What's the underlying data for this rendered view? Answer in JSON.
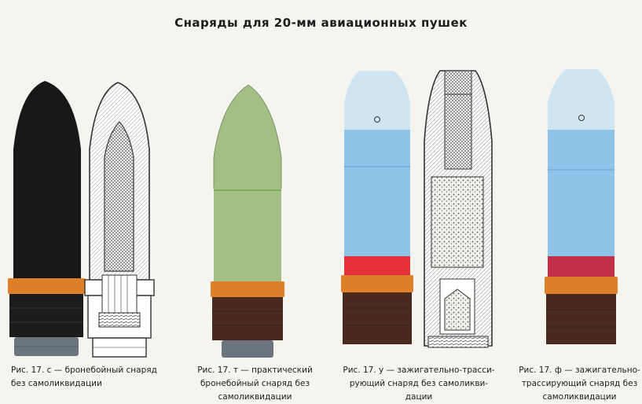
{
  "title": "Снаряды для 20-мм авиационных пушек",
  "colors": {
    "black_body": "#181818",
    "practice_green": "#a3bf86",
    "practice_band": "#6fa84f",
    "driving_band": "#e07f2a",
    "cartridge_brown": "#4a2a1e",
    "light_blue": "#cfe6f2",
    "mid_blue": "#8fc3ea",
    "red_band": "#e5303a",
    "darkred_band": "#c23048",
    "base_gray": "#6a7580"
  },
  "captions": {
    "s": {
      "line1": "Рис. 17. с — бронебойный снаряд",
      "line2": "без самоликвидации"
    },
    "t": {
      "line1": "Рис. 17. т — практический",
      "line2": "бронебойный снаряд без",
      "line3": "самоликвидации"
    },
    "u": {
      "line1": "Рис. 17. у — зажигательно-трасси-",
      "line2": "рующий снаряд без самоликви-",
      "line3": "дации"
    },
    "f": {
      "line1": "Рис. 17. ф — зажигательно-",
      "line2": "трассирующий снаряд без",
      "line3": "самоликвидации"
    }
  }
}
